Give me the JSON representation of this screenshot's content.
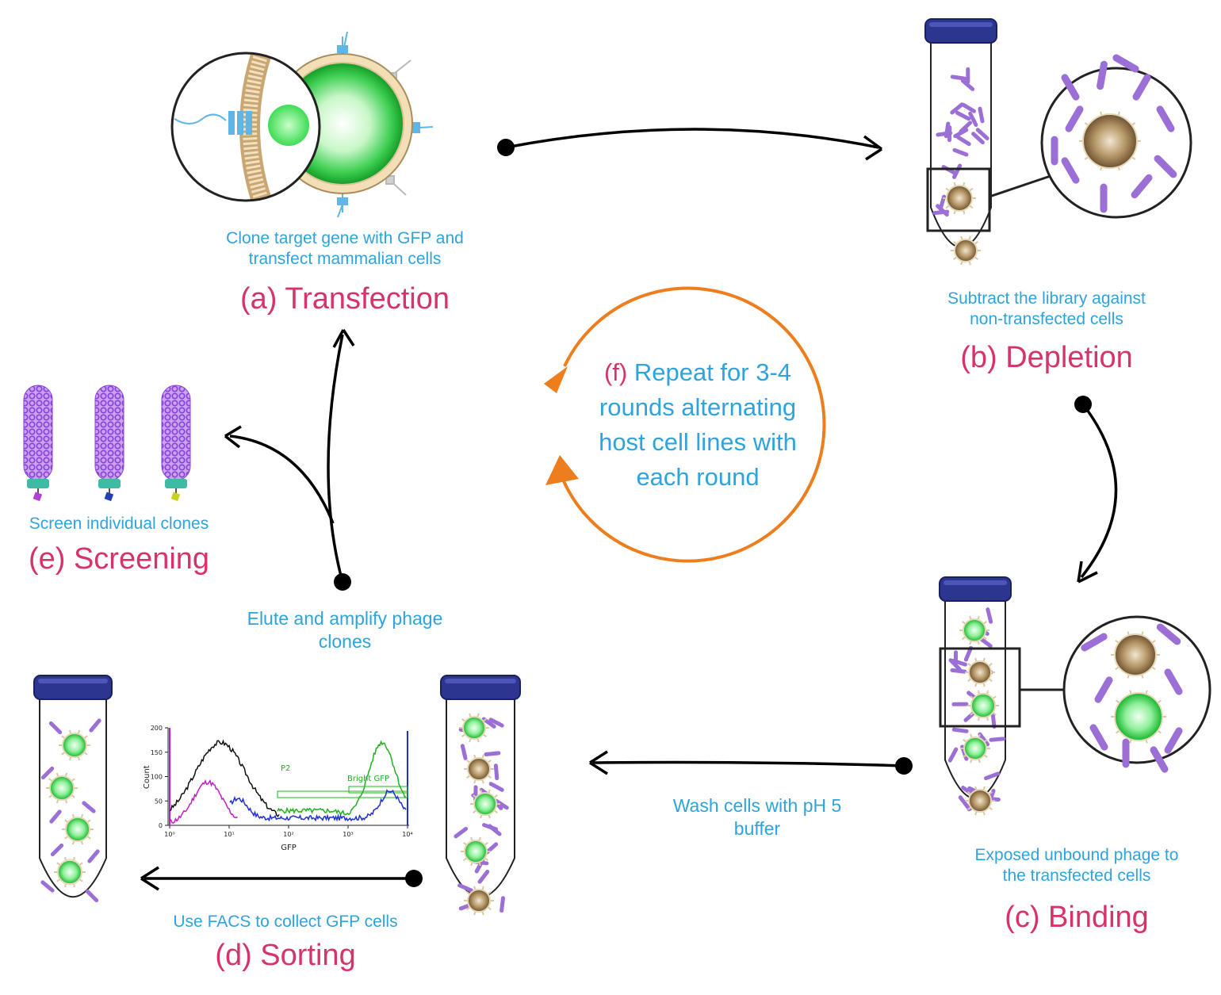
{
  "steps": {
    "transfection": {
      "title": "(a) Transfection",
      "description_lines": [
        "Clone target gene with GFP and",
        "transfect mammalian cells"
      ]
    },
    "depletion": {
      "title": "(b) Depletion",
      "description_lines": [
        "Subtract the library against",
        "non-transfected cells"
      ]
    },
    "binding": {
      "title": "(c) Binding",
      "description_lines": [
        "Exposed unbound phage to",
        "the transfected cells"
      ]
    },
    "sorting": {
      "title": "(d) Sorting",
      "description": "Use FACS to collect GFP cells"
    },
    "screening": {
      "title": "(e) Screening",
      "description": "Screen individual clones"
    },
    "repeat": {
      "prefix": "(f)",
      "lines": [
        "Repeat for 3-4",
        "rounds alternating",
        "host cell lines with",
        "each round"
      ]
    }
  },
  "transitions": {
    "wash": [
      "Wash cells with pH 5",
      "buffer"
    ],
    "elute": [
      "Elute and amplify phage",
      "clones"
    ]
  },
  "facs_plot": {
    "ylabel": "Count",
    "xlabel": "GFP",
    "y_ticks": [
      "200",
      "150",
      "100",
      "50",
      "0"
    ],
    "x_ticks": [
      "10⁰",
      "10¹",
      "10²",
      "10³",
      "10⁴"
    ],
    "gates": [
      "P2",
      "Bright GFP"
    ],
    "series_colors": [
      "#111111",
      "#c21ec8",
      "#2030d0",
      "#20b020"
    ]
  },
  "colors": {
    "step_title": "#d6336c",
    "description": "#2ea3dc",
    "cycle_arrow": "#ee7d1e",
    "tube_cap": "#2c3590",
    "phage": "#9b6fd6",
    "gfp_cell": "#2fd64a",
    "plain_cell": "#a88a5e"
  }
}
